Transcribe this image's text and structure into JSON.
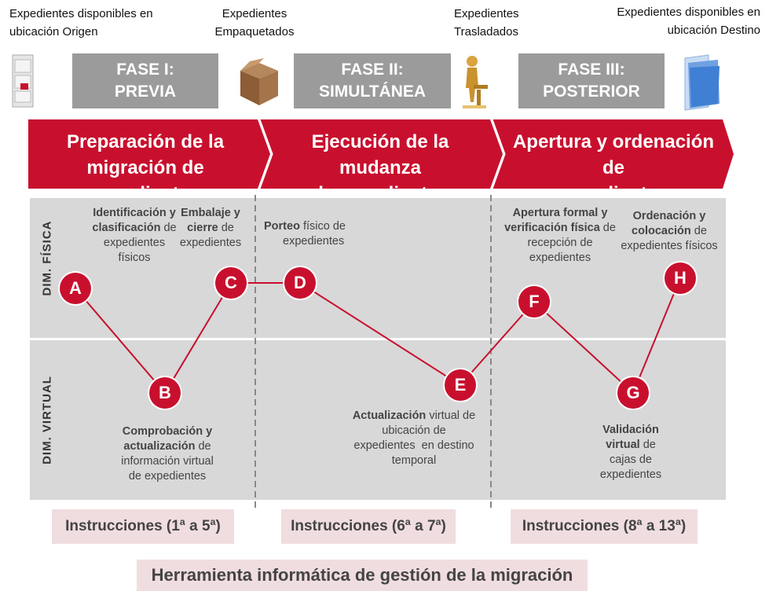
{
  "top": {
    "origin_line1": "Expedientes disponibles en",
    "origin_line2": "ubicación Origen",
    "packed_line1": "Expedientes",
    "packed_line2": "Empaquetados",
    "moved_line1": "Expedientes",
    "moved_line2": "Trasladados",
    "dest_line1": "Expedientes disponibles en",
    "dest_line2": "ubicación Destino"
  },
  "phases": [
    {
      "line1": "FASE I:",
      "line2": "PREVIA"
    },
    {
      "line1": "FASE II:",
      "line2": "SIMULTÁNEA"
    },
    {
      "line1": "FASE III:",
      "line2": "POSTERIOR"
    }
  ],
  "banners": [
    {
      "line1": "Preparación de la",
      "line2": "migración de expedientes"
    },
    {
      "line1": "Ejecución de la mudanza",
      "line2": "de expedientes"
    },
    {
      "line1": "Apertura y ordenación de",
      "line2": "expedientes"
    }
  ],
  "dims": {
    "physical": "DIM. FÍSICA",
    "virtual": "DIM. VIRTUAL"
  },
  "nodes": [
    "A",
    "B",
    "C",
    "D",
    "E",
    "F",
    "G",
    "H"
  ],
  "steps": {
    "A": {
      "bold1": "Identificación y",
      "bold2": "clasificación",
      "rest2": " de",
      "l3": "expedientes",
      "l4": "físicos"
    },
    "C": {
      "bold1": "Embalaje y",
      "bold2": "cierre",
      "rest2": " de",
      "l3": "expedientes"
    },
    "D": {
      "bold1": "Porteo",
      "rest1": " físico de",
      "l2": "expedientes"
    },
    "F": {
      "bold1": "Apertura formal y",
      "bold2": "verificación física",
      "rest2": " de",
      "l3": "recepción de",
      "l4": "expedientes"
    },
    "H": {
      "bold1": "Ordenación y",
      "bold2": "colocación",
      "rest2": " de",
      "l3": "expedientes físicos"
    },
    "B": {
      "bold1": "Comprobación y",
      "bold2": "actualización",
      "rest2": " de",
      "l3": "información virtual",
      "l4": "de expedientes"
    },
    "E": {
      "bold1": "Actualización",
      "rest1": " virtual de",
      "l2": "ubicación de",
      "l3": "expedientes  en destino",
      "l4": "temporal"
    },
    "G": {
      "bold1": "Validación",
      "bold2": "virtual",
      "rest2": " de",
      "l3": "cajas de",
      "l4": "expedientes"
    }
  },
  "instructions": [
    "Instrucciones (1ª a 5ª)",
    "Instrucciones (6ª a 7ª)",
    "Instrucciones (8ª a 13ª)"
  ],
  "tool": "Herramienta informática de gestión de la migración",
  "colors": {
    "accent": "#c8102e",
    "phase_gray": "#9b9b9b",
    "panel": "#d8d8d8",
    "pink": "#f0dde0"
  },
  "icons": [
    "filing-cabinet-icon",
    "cardboard-box-icon",
    "person-carrying-key-icon",
    "blue-folder-icon"
  ]
}
